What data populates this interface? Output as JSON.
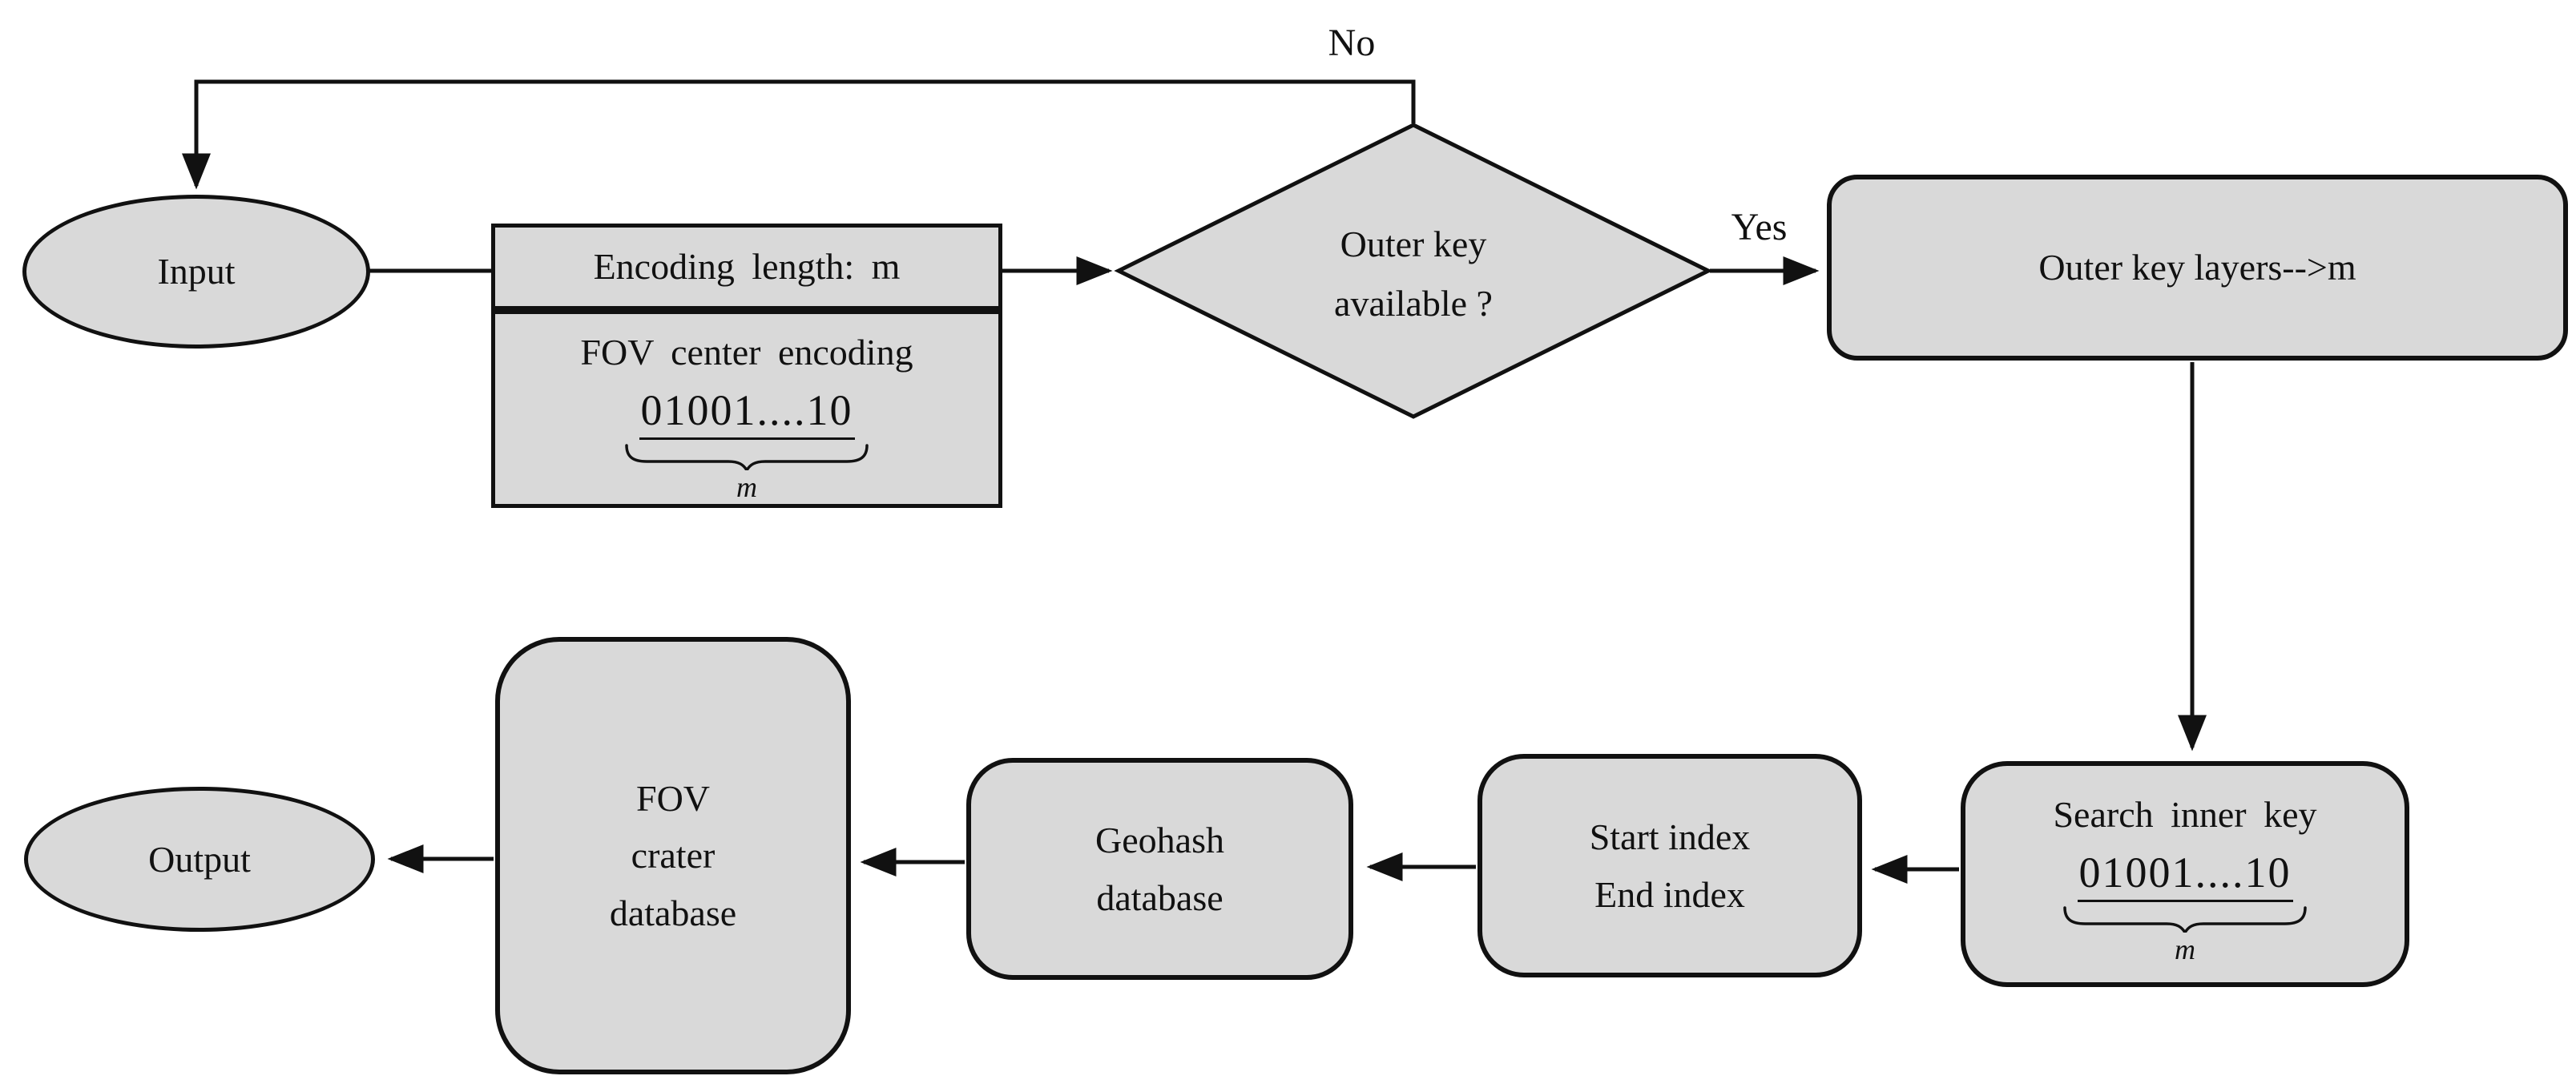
{
  "colors": {
    "background": "#ffffff",
    "node_fill": "#d9d9d9",
    "stroke": "#111111"
  },
  "nodes": {
    "input": {
      "label": "Input"
    },
    "encoding": {
      "header": "Encoding length: m",
      "body_line": "FOV center encoding",
      "code": "01001....10",
      "brace_label": "m"
    },
    "decision": {
      "line1": "Outer key",
      "line2": "available ?"
    },
    "outer_key_layers": {
      "label": "Outer key layers-->m"
    },
    "search_inner_key": {
      "line1": "Search inner key",
      "code": "01001....10",
      "brace_label": "m"
    },
    "start_end_index": {
      "line1": "Start index",
      "line2": "End index"
    },
    "geohash_database": {
      "line1": "Geohash",
      "line2": "database"
    },
    "fov_crater_database": {
      "line1": "FOV",
      "line2": "crater",
      "line3": "database"
    },
    "output": {
      "label": "Output"
    }
  },
  "edges": {
    "no_label": "No",
    "yes_label": "Yes"
  }
}
